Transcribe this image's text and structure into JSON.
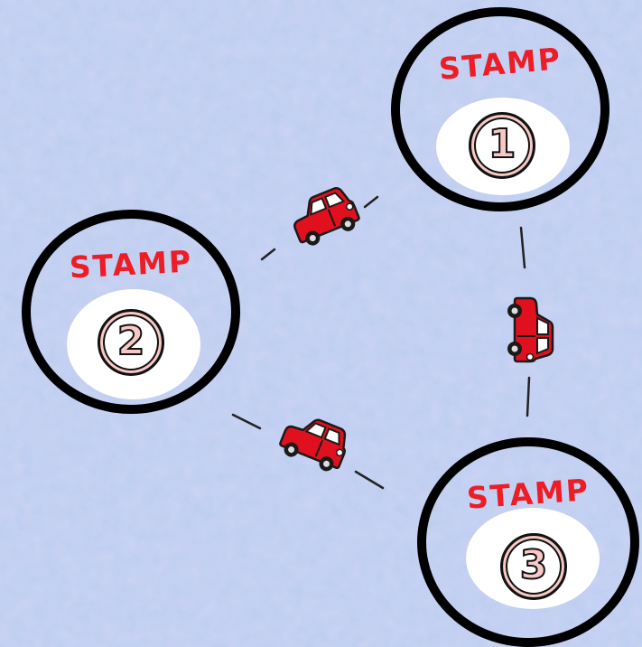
{
  "stamps": [
    {
      "label": "STAMP",
      "number": "1"
    },
    {
      "label": "STAMP",
      "number": "2"
    },
    {
      "label": "STAMP",
      "number": "3"
    }
  ],
  "icons": {
    "car": "red-car-icon",
    "path": "dashed-path"
  },
  "colors": {
    "background": "#b9cbee",
    "ring": "#000000",
    "label": "#ee1c25",
    "number_fill": "#f7c8c4",
    "car_body": "#e0101e"
  }
}
